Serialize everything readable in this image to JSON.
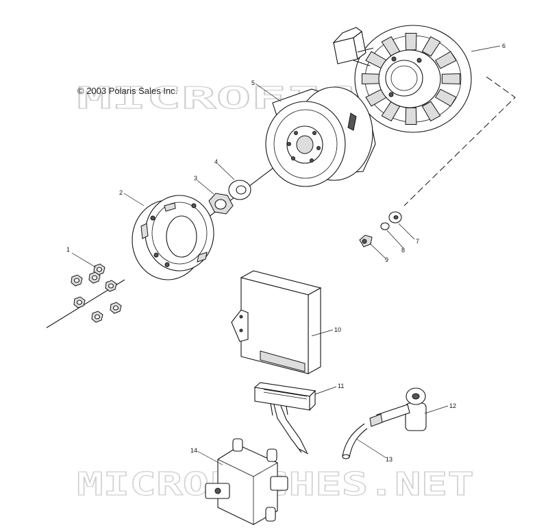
{
  "copyright": "© 2003 Polaris Sales Inc.",
  "watermarks": {
    "top": "MICROFICHES",
    "bottom": "MICROFICHES.NET"
  },
  "callouts": [
    "1",
    "2",
    "3",
    "4",
    "5",
    "6",
    "7",
    "8",
    "9",
    "10",
    "11",
    "12",
    "13",
    "14"
  ]
}
